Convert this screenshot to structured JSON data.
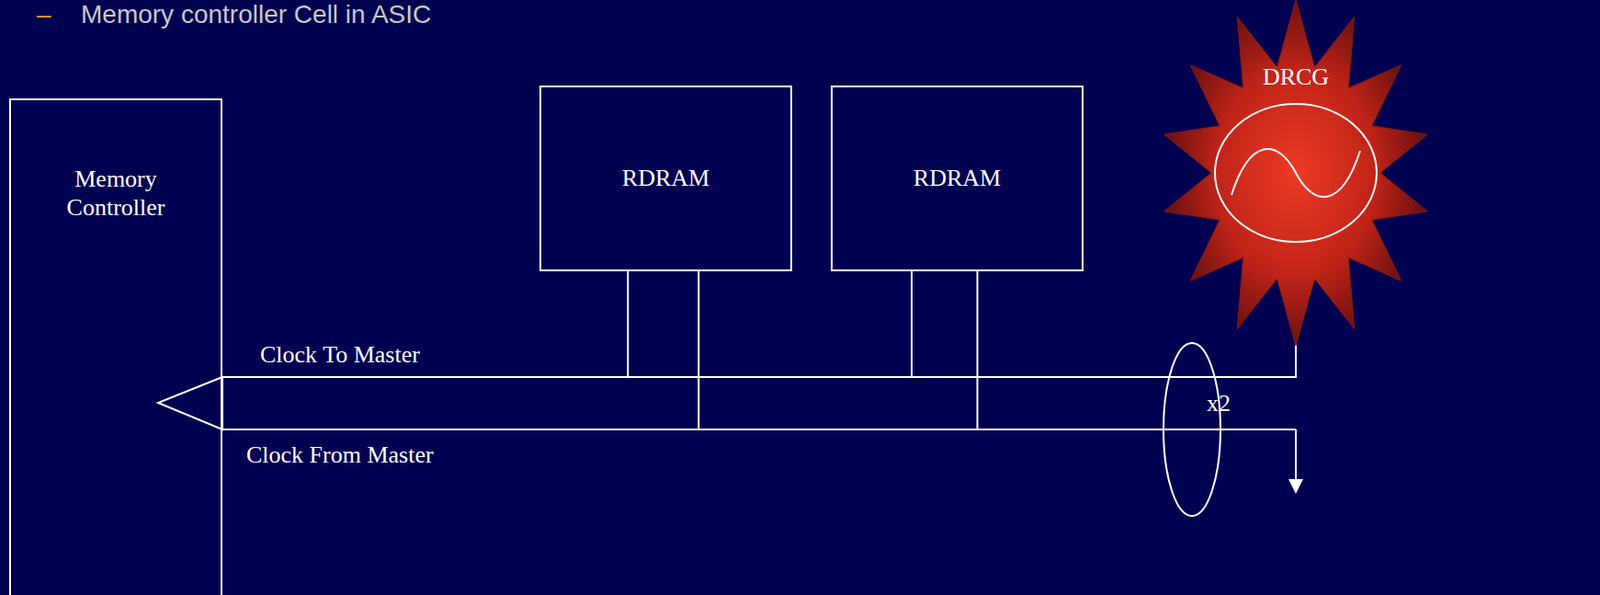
{
  "diagram": {
    "nodes": [
      {
        "text": [
          "Memory Controller"
        ]
      },
      {
        "text": [
          "RDRAM"
        ]
      },
      {
        "text": [
          "RDRAM"
        ]
      },
      {
        "text": [
          "DRCG"
        ]
      }
    ],
    "edges": [
      {
        "from": 3,
        "to": 0,
        "arrow": "none",
        "label": "Clock To Master"
      },
      {
        "from": 3,
        "to": 1,
        "arrow": "none"
      },
      {
        "from": 3,
        "to": 2,
        "arrow": "none"
      },
      {
        "from": 0,
        "to": 1,
        "arrow": "none",
        "label": "Clock From Master"
      },
      {
        "from": 0,
        "to": 2,
        "arrow": "none"
      }
    ],
    "labels": [
      "–",
      "Memory controller Cell in ASIC",
      "x2"
    ]
  }
}
